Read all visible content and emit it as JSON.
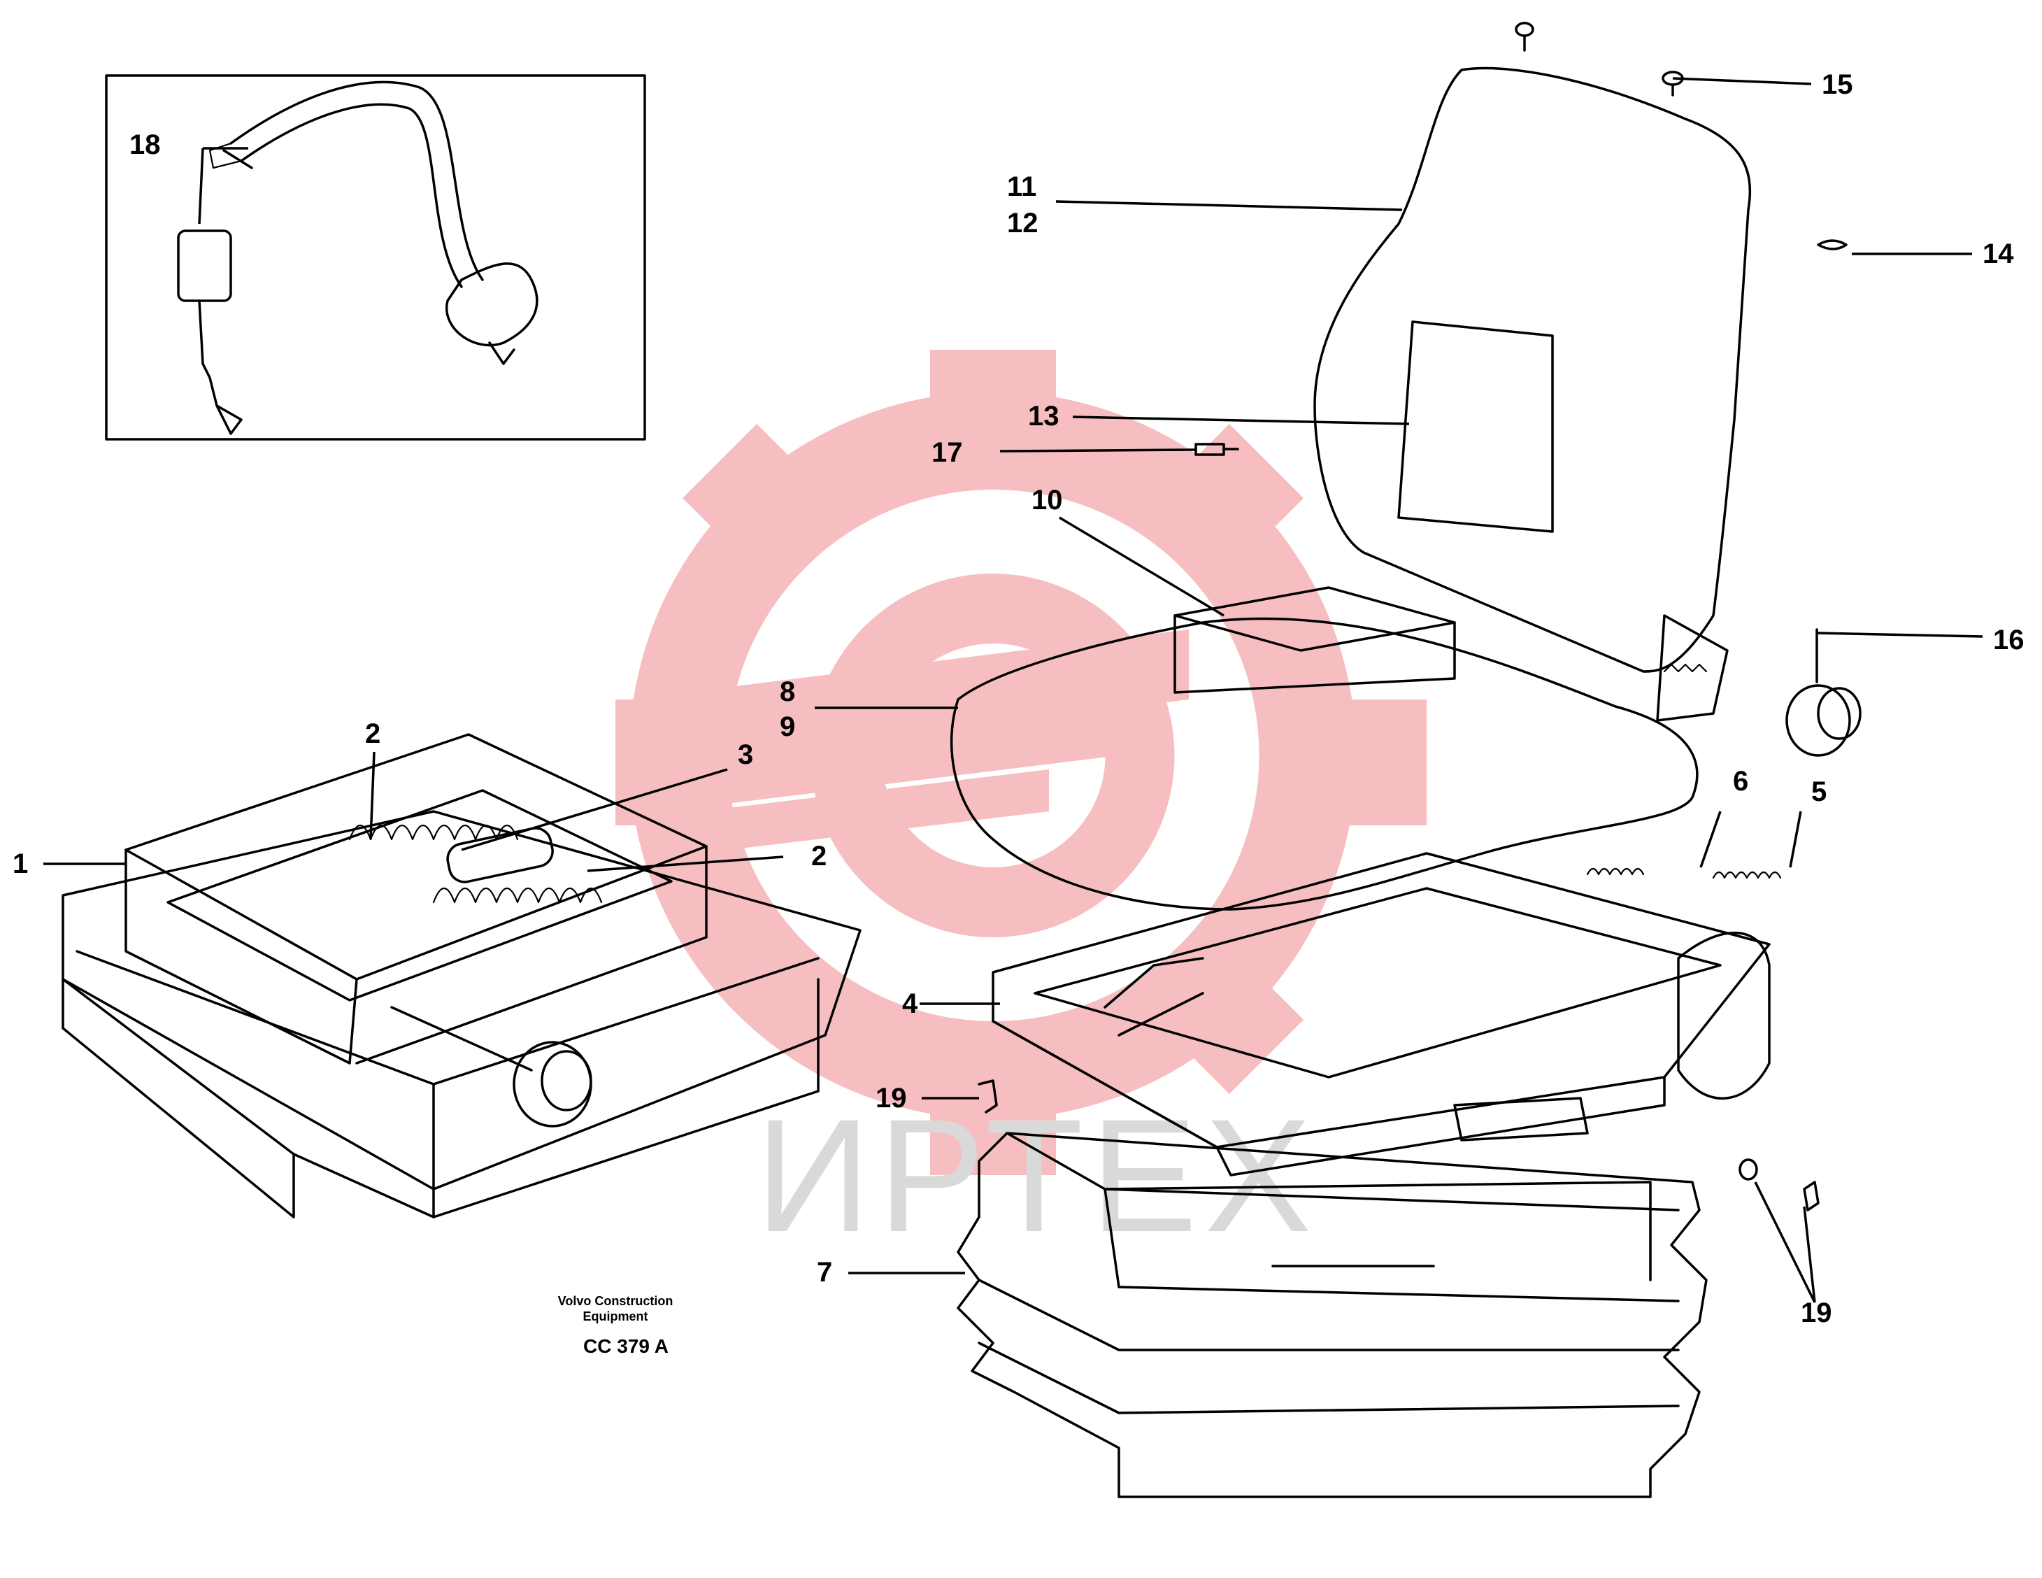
{
  "drawing": {
    "caption_line1": "Volvo Construction",
    "caption_line2": "Equipment",
    "code": "CC 379 A"
  },
  "watermark": {
    "text": "ИРТЕХ",
    "logo_color": "#f5b3b6",
    "text_color": "#d9d9d9"
  },
  "callouts": {
    "c1": "1",
    "c2a": "2",
    "c2b": "2",
    "c3": "3",
    "c4": "4",
    "c5": "5",
    "c6": "6",
    "c7": "7",
    "c8": "8",
    "c9": "9",
    "c10": "10",
    "c11": "11",
    "c12": "12",
    "c13": "13",
    "c14": "14",
    "c15": "15",
    "c16": "16",
    "c17": "17",
    "c18": "18",
    "c19a": "19",
    "c19b": "19"
  }
}
